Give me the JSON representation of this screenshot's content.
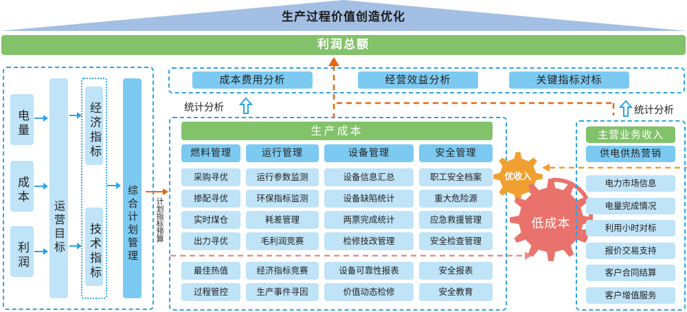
{
  "title": "生产过程价值创造优化",
  "profit_total": "利润总额",
  "left_panel": {
    "inputs": [
      "电量",
      "成本",
      "利润"
    ],
    "operating_target": "运营目标",
    "indicators": [
      "经济指标",
      "技术指标"
    ],
    "comprehensive_plan": "综合计划管理",
    "plan_budget_label": "计划指标预算"
  },
  "analysis": {
    "items": [
      "成本费用分析",
      "经营效益分析",
      "关键指标对标"
    ],
    "stat_label_left": "统计分析",
    "stat_label_right": "统计分析"
  },
  "production_cost": {
    "title": "生产成本",
    "columns": [
      {
        "header": "燃料管理",
        "items": [
          "采购寻优",
          "掺配寻优",
          "实时煤仓",
          "出力寻优"
        ],
        "bottom_items": [
          "最佳热值",
          "过程管控"
        ]
      },
      {
        "header": "运行管理",
        "items": [
          "运行参数监测",
          "环保指标监测",
          "耗差管理",
          "毛利润竞赛"
        ],
        "bottom_items": [
          "经济指标竞赛",
          "生产事件寻因"
        ]
      },
      {
        "header": "设备管理",
        "items": [
          "设备信息汇总",
          "设备缺陷统计",
          "两票完成统计",
          "检修技改管理"
        ],
        "bottom_items": [
          "设备可靠性报表",
          "价值动态检修"
        ]
      },
      {
        "header": "安全管理",
        "items": [
          "职工安全档案",
          "重大危险源",
          "应急救援管理",
          "安全检查管理"
        ],
        "bottom_items": [
          "安全报表",
          "安全教育"
        ]
      }
    ]
  },
  "gears": {
    "high_income": "优收入",
    "low_cost": "低成本"
  },
  "revenue": {
    "title": "主营业务收入",
    "subtitle": "供电供热营销",
    "items": [
      "电力市场信息",
      "电量完成情况",
      "利用小时对标",
      "报价交易支持",
      "客户合同结算",
      "客户增值服务"
    ]
  },
  "colors": {
    "roof": "#a3bfe3",
    "green": "#82c26a",
    "blue_dash": "#2aa3e4",
    "light_blue": "#bfe3f7",
    "mid_blue": "#7ccaf2",
    "orange": "#f0a030",
    "orange_arrow": "#e8650e",
    "red_gear": "#e9736c"
  }
}
